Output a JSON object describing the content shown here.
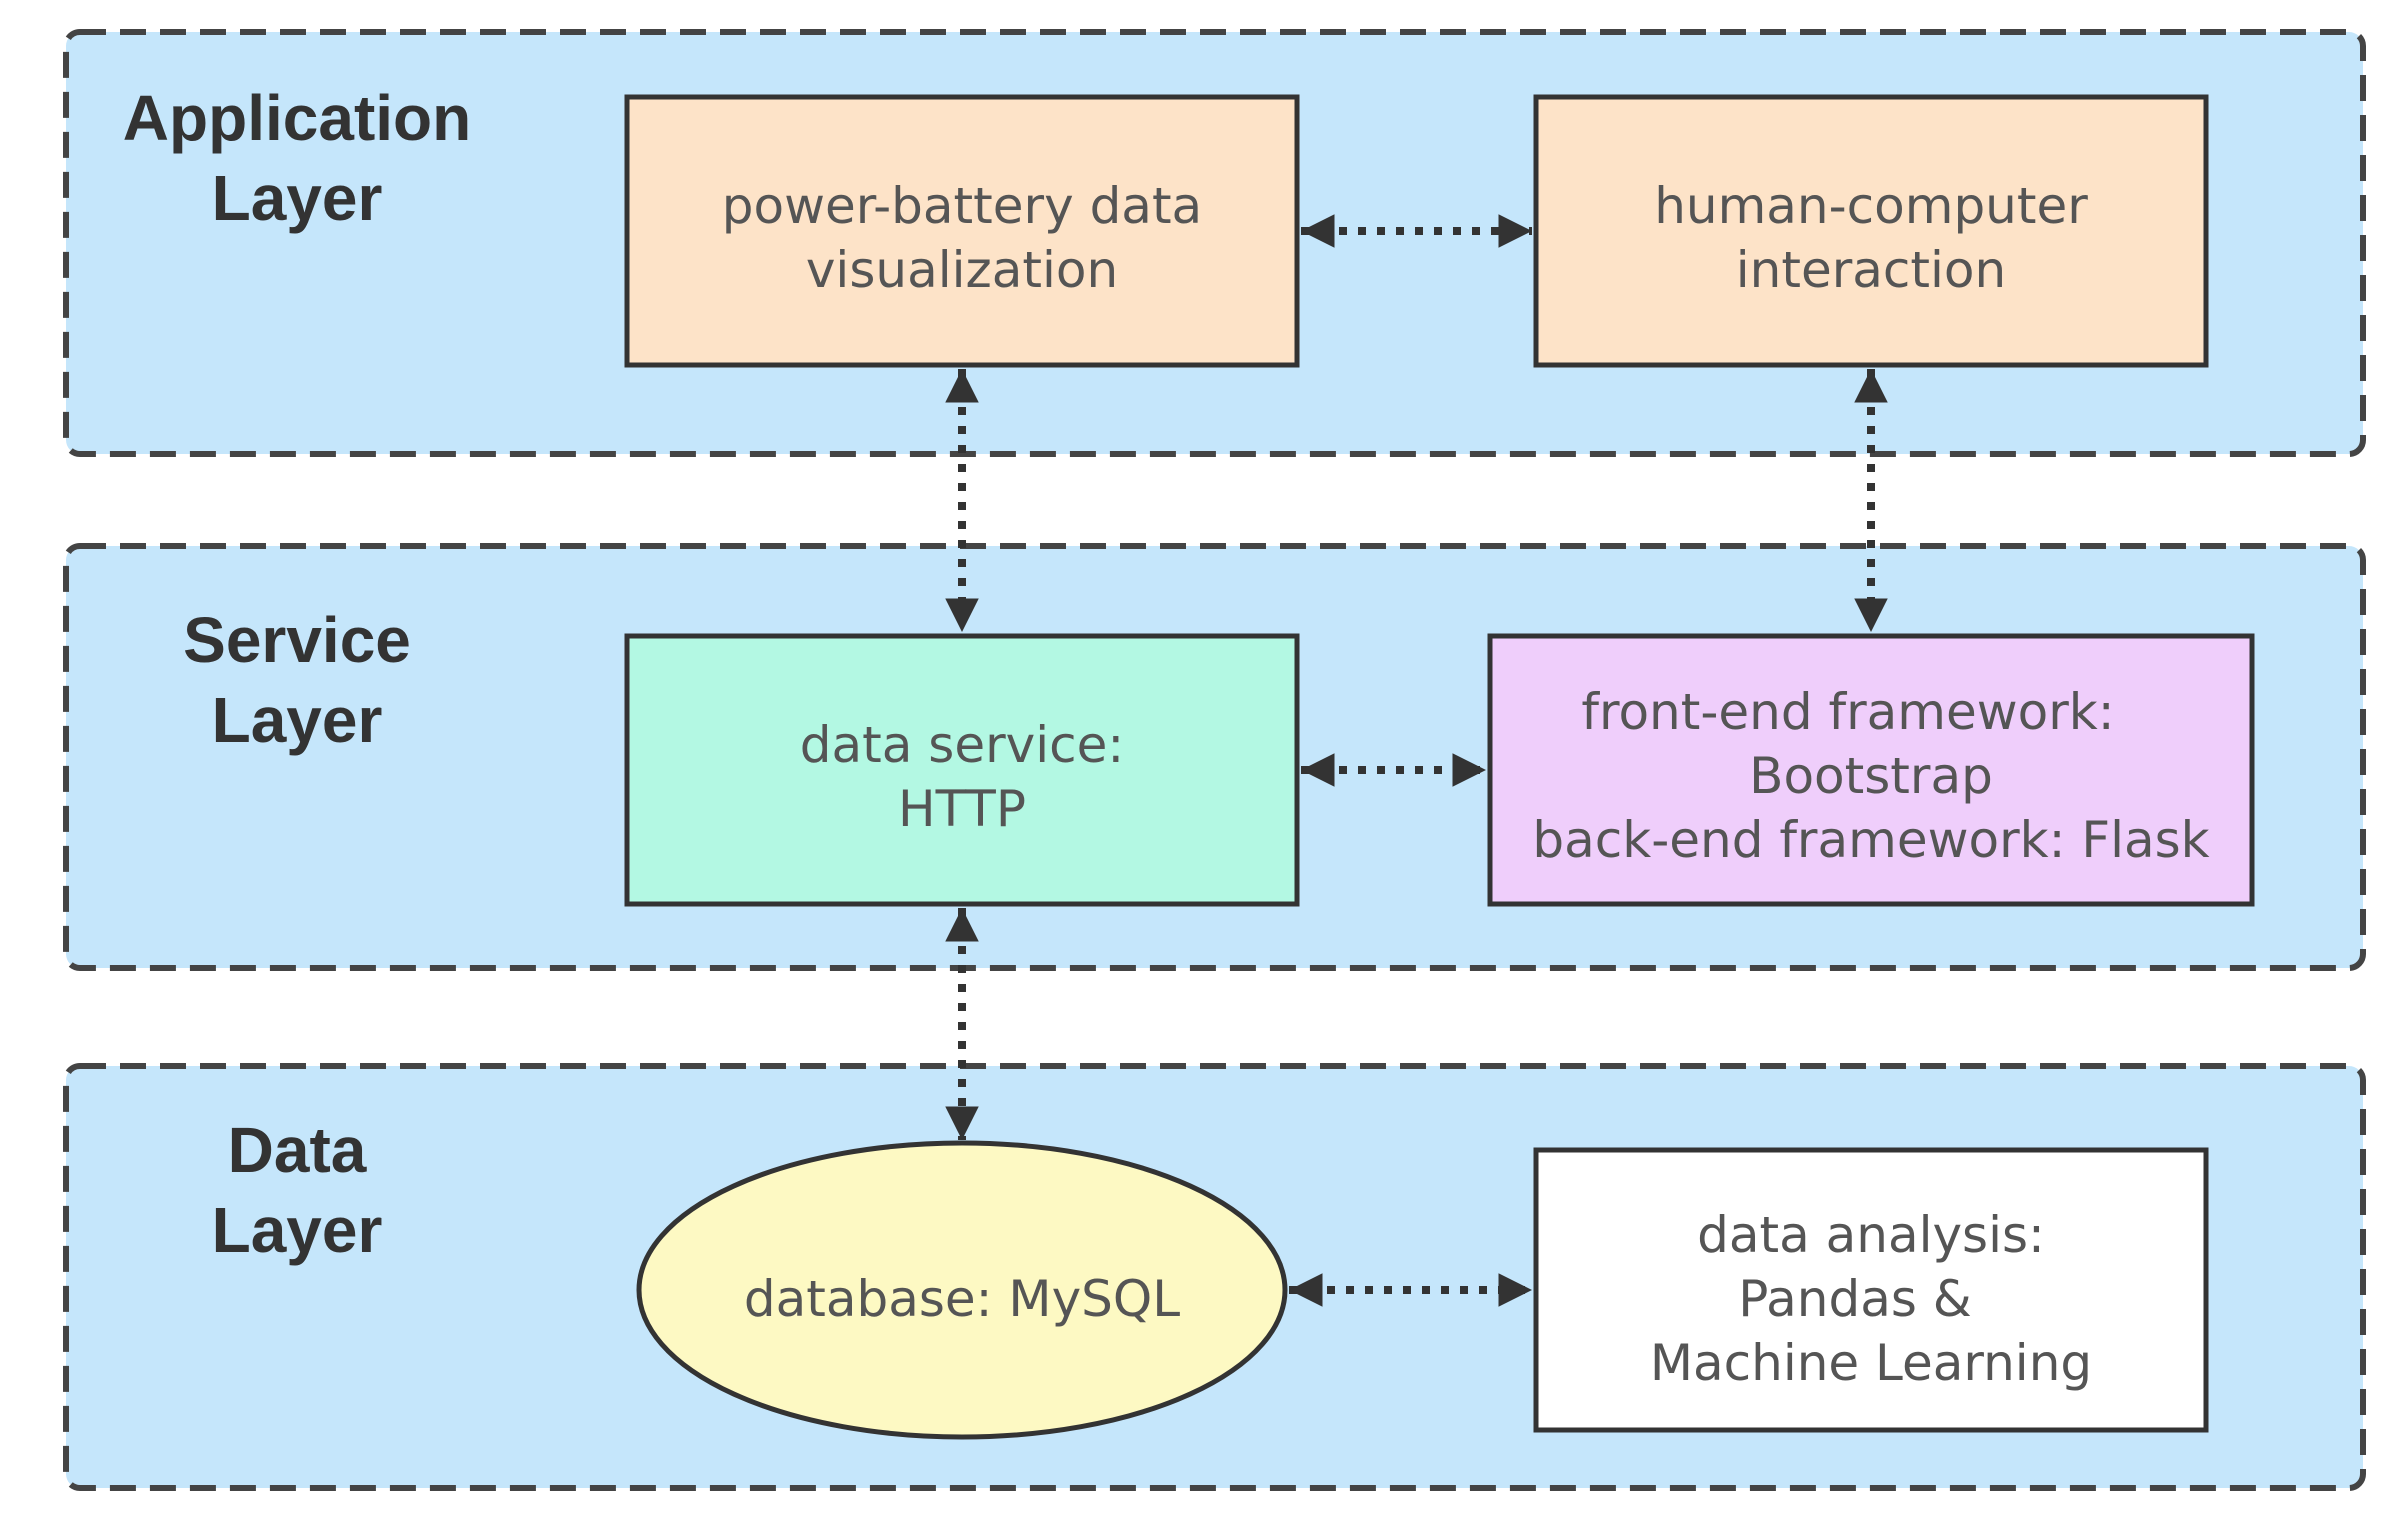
{
  "layers": {
    "application": {
      "title_line1": "Application",
      "title_line2": "Layer",
      "fill": "#c5e6fb"
    },
    "service": {
      "title_line1": "Service",
      "title_line2": "Layer",
      "fill": "#c5e6fb"
    },
    "data": {
      "title_line1": "Data",
      "title_line2": "Layer",
      "fill": "#c5e6fb"
    }
  },
  "nodes": {
    "visualization": {
      "line1": "power-battery data",
      "line2": "visualization",
      "fill": "#fde3c8"
    },
    "interaction": {
      "line1": "human-computer",
      "line2": "interaction",
      "fill": "#fde3c8"
    },
    "data_service": {
      "line1": "data service:",
      "line2": "HTTP",
      "fill": "#b3f8e3"
    },
    "frameworks": {
      "line1": "front-end framework:",
      "line2": "Bootstrap",
      "line3": "back-end framework: Flask",
      "fill": "#efcefb"
    },
    "database": {
      "label": "database: MySQL",
      "fill": "#fdf9c3"
    },
    "analysis": {
      "line1": "data analysis:",
      "line2": "Pandas &",
      "line3": "Machine Learning",
      "fill": "#ffffff"
    }
  },
  "connections": [
    {
      "from": "visualization",
      "to": "interaction",
      "style": "dotted",
      "direction": "both"
    },
    {
      "from": "visualization",
      "to": "data_service",
      "style": "dotted",
      "direction": "both"
    },
    {
      "from": "interaction",
      "to": "frameworks",
      "style": "dotted",
      "direction": "both"
    },
    {
      "from": "data_service",
      "to": "frameworks",
      "style": "dotted",
      "direction": "both"
    },
    {
      "from": "data_service",
      "to": "database",
      "style": "dotted",
      "direction": "both"
    },
    {
      "from": "database",
      "to": "analysis",
      "style": "dotted",
      "direction": "both"
    }
  ],
  "colors": {
    "border": "#333333",
    "layer_border": "#444444",
    "arrow": "#333333"
  }
}
